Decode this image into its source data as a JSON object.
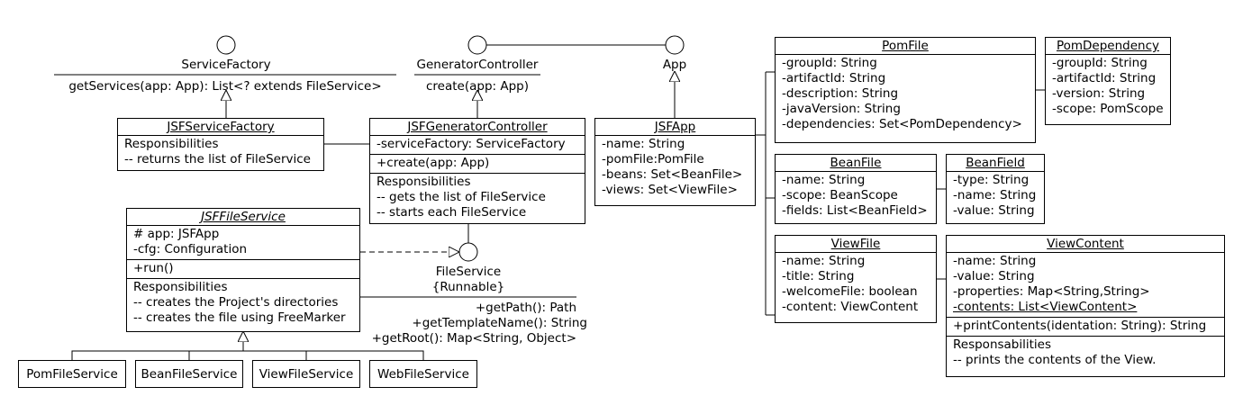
{
  "interfaces": {
    "service_factory": {
      "name": "ServiceFactory",
      "ops": [
        "getServices(app: App): List<? extends FileService>"
      ]
    },
    "generator_controller": {
      "name": "GeneratorController",
      "ops": [
        "create(app: App)"
      ]
    },
    "app": {
      "name": "App"
    },
    "file_service": {
      "name": "FileService",
      "stereotype": "{Runnable}",
      "ops": [
        "+getPath(): Path",
        "+getTemplateName(): String",
        "+getRoot(): Map<String, Object>"
      ]
    }
  },
  "classes": {
    "jsf_service_factory": {
      "name": "JSFServiceFactory",
      "responsibilities": [
        "Responsibilities",
        "-- returns the list of FileService"
      ]
    },
    "jsf_generator_controller": {
      "name": "JSFGeneratorController",
      "attributes": [
        "-serviceFactory: ServiceFactory"
      ],
      "methods": [
        "+create(app: App)"
      ],
      "responsibilities": [
        "Responsibilities",
        "-- gets the list of FileService",
        "-- starts each FileService"
      ]
    },
    "jsf_app": {
      "name": "JSFApp",
      "attributes": [
        "-name: String",
        "-pomFile:PomFile",
        "-beans: Set<BeanFile>",
        "-views: Set<ViewFile>"
      ]
    },
    "jsf_file_service": {
      "name": "JSFFileService",
      "attributes": [
        "# app: JSFApp",
        "-cfg: Configuration"
      ],
      "methods": [
        "+run()"
      ],
      "responsibilities": [
        "Responsibilities",
        "-- creates the Project's directories",
        "-- creates the file using FreeMarker"
      ]
    },
    "pom_file": {
      "name": "PomFile",
      "attributes": [
        "-groupId: String",
        "-artifactId: String",
        "-description: String",
        "-javaVersion: String",
        "-dependencies: Set<PomDependency>"
      ]
    },
    "pom_dependency": {
      "name": "PomDependency",
      "attributes": [
        "-groupId: String",
        "-artifactId: String",
        "-version: String",
        "-scope: PomScope"
      ]
    },
    "bean_file": {
      "name": "BeanFile",
      "attributes": [
        "-name: String",
        "-scope: BeanScope",
        "-fields: List<BeanField>"
      ]
    },
    "bean_field": {
      "name": "BeanField",
      "attributes": [
        "-type: String",
        "-name: String",
        "-value: String"
      ]
    },
    "view_file": {
      "name": "ViewFile",
      "attributes": [
        "-name: String",
        "-title: String",
        "-welcomeFile: boolean",
        "-content: ViewContent"
      ]
    },
    "view_content": {
      "name": "ViewContent",
      "attributes": [
        "-name: String",
        "-value: String",
        "-properties: Map<String,String>",
        "-contents: List<ViewContent>"
      ],
      "methods": [
        "+printContents(identation: String): String"
      ],
      "responsibilities": [
        "Responsabilities",
        "-- prints the contents of the View."
      ]
    }
  },
  "services": [
    "PomFileService",
    "BeanFileService",
    "ViewFileService",
    "WebFileService"
  ]
}
